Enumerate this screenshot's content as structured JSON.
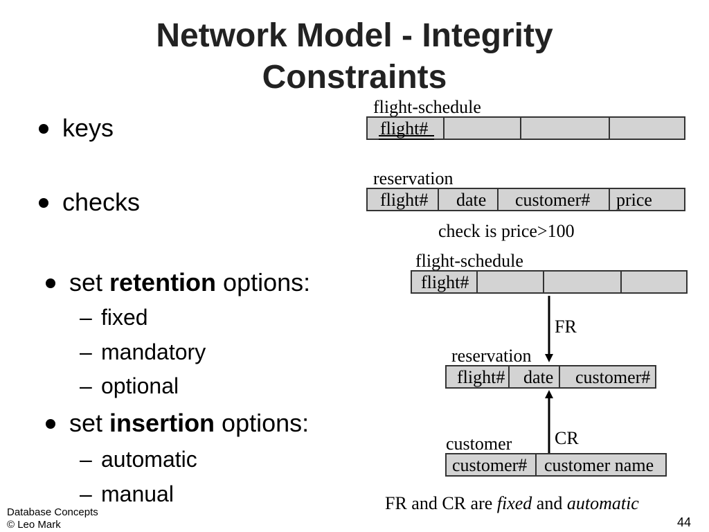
{
  "title": {
    "line1": "Network Model - Integrity",
    "line2": "Constraints"
  },
  "bullets": {
    "keys": "keys",
    "checks": "checks",
    "retention": {
      "pre": "set ",
      "bold": "retention",
      "post": " options:"
    },
    "retention_items": [
      "fixed",
      "mandatory",
      "optional"
    ],
    "insertion": {
      "pre": "set ",
      "bold": "insertion",
      "post": " options:"
    },
    "insertion_items": [
      "automatic",
      "manual"
    ],
    "dash": "–"
  },
  "diagram": {
    "rec1": {
      "name": "flight-schedule",
      "fields": [
        "flight#"
      ]
    },
    "rec2": {
      "name": "reservation",
      "fields": [
        "flight#",
        "date",
        "customer#",
        "price"
      ]
    },
    "check": "check is price>100",
    "rec3": {
      "name": "flight-schedule",
      "fields": [
        "flight#"
      ]
    },
    "fr": "FR",
    "rec4": {
      "name": "reservation",
      "fields": [
        "flight#",
        "date",
        "customer#"
      ]
    },
    "cr": "CR",
    "rec5": {
      "name": "customer",
      "fields": [
        "customer#",
        "customer name"
      ]
    },
    "caption": {
      "a": "FR and CR are ",
      "b": "fixed",
      "c": " and ",
      "d": "automatic"
    }
  },
  "footer": {
    "course": "Database Concepts",
    "author": "© Leo Mark",
    "page": "44"
  }
}
